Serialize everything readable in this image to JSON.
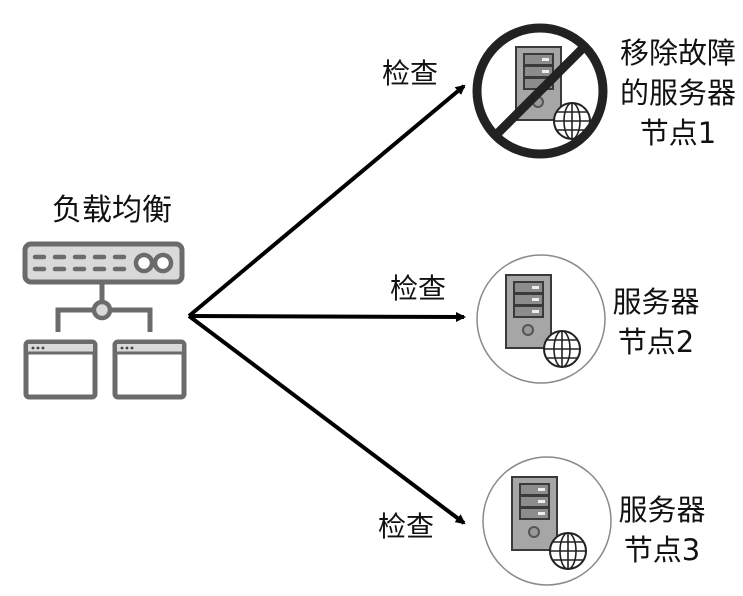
{
  "diagram": {
    "type": "load-balancer-health-check",
    "load_balancer": {
      "label": "负载均衡",
      "icon": "load-balancer-icon"
    },
    "edges": [
      {
        "from": "load_balancer",
        "to": "node1",
        "label": "检查"
      },
      {
        "from": "load_balancer",
        "to": "node2",
        "label": "检查"
      },
      {
        "from": "load_balancer",
        "to": "node3",
        "label": "检查"
      }
    ],
    "nodes": [
      {
        "id": "node1",
        "status": "removed",
        "label_lines": [
          "移除故障",
          "的服务器",
          "节点1"
        ],
        "icon": "server-globe-icon",
        "overlay": "prohibited-icon"
      },
      {
        "id": "node2",
        "status": "active",
        "label_lines": [
          "服务器",
          "节点2"
        ],
        "icon": "server-globe-icon"
      },
      {
        "id": "node3",
        "status": "active",
        "label_lines": [
          "服务器",
          "节点3"
        ],
        "icon": "server-globe-icon"
      }
    ],
    "colors": {
      "arrow": "#000000",
      "icon_stroke": "#6b6b6b",
      "icon_fill": "#d9d9d9",
      "server_fill": "#a6a6a6",
      "server_dark": "#404040",
      "prohibited": "#222222",
      "circle_outline": "#8a8a8a"
    }
  }
}
